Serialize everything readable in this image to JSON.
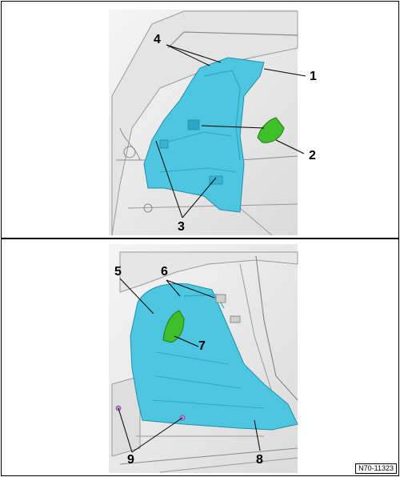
{
  "callouts": {
    "c1": "1",
    "c2": "2",
    "c3": "3",
    "c4": "4",
    "c5": "5",
    "c6": "6",
    "c7": "7",
    "c8": "8",
    "c9": "9"
  },
  "reference_code": "N70-11323",
  "colors": {
    "trim_panel": "#4fc6e0",
    "trim_panel_dark": "#2aa7c4",
    "cover": "#3fbf2a",
    "body_shell": "#d4d4d4",
    "line": "#000000"
  }
}
